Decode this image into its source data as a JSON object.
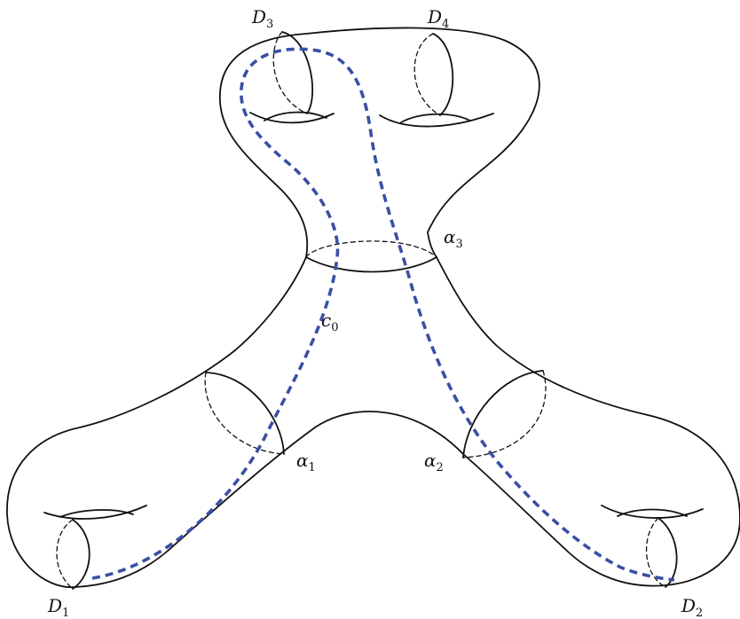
{
  "labels": {
    "D3": {
      "base": "D",
      "sub": "3"
    },
    "D4": {
      "base": "D",
      "sub": "4"
    },
    "alpha3": {
      "base": "α",
      "sub": "3"
    },
    "c0": {
      "base": "c",
      "sub": "0"
    },
    "alpha1": {
      "base": "α",
      "sub": "1"
    },
    "alpha2": {
      "base": "α",
      "sub": "2"
    },
    "D1": {
      "base": "D",
      "sub": "1"
    },
    "D2": {
      "base": "D",
      "sub": "2"
    }
  },
  "colors": {
    "outline": "#111111",
    "curve_c0": "#3a4fa3"
  }
}
